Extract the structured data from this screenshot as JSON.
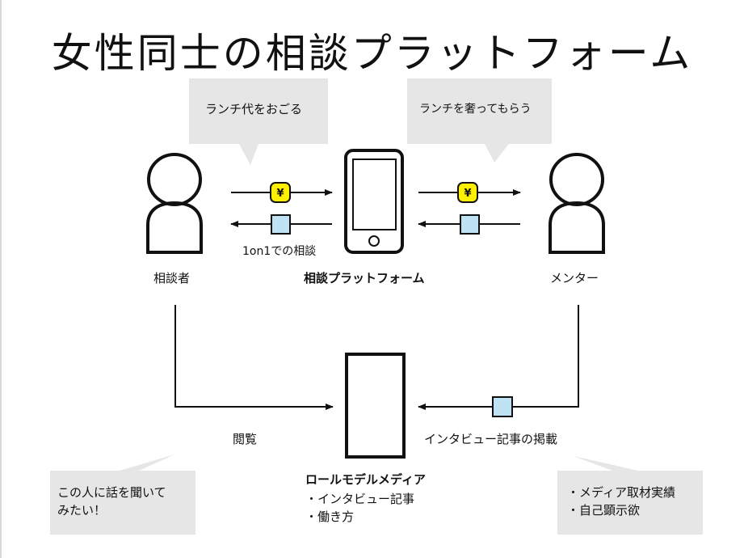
{
  "title": "女性同士の相談プラットフォーム",
  "bubbles": {
    "top_left": "ランチ代をおごる",
    "top_right": "ランチを奢ってもらう",
    "bottom_left": [
      "この人に話を聞いて",
      "みたい！"
    ],
    "bottom_right": [
      "・メディア取材実績",
      "・自己顕示欲"
    ]
  },
  "actors": {
    "consultee": "相談者",
    "mentor": "メンター"
  },
  "platform": {
    "name": "相談プラットフォーム",
    "caption": "1on1での相談"
  },
  "currency_symbol": "¥",
  "flows": {
    "browse": "閲覧",
    "interview_post": "インタビュー記事の掲載"
  },
  "media": {
    "name": "ロールモデルメディア",
    "items": [
      "・インタビュー記事",
      "・働き方"
    ]
  },
  "colors": {
    "bubble_fill": "#e6e6e6",
    "coin_fill": "#ffef00",
    "token_fill": "#bfe2f5",
    "stroke": "#111111"
  }
}
